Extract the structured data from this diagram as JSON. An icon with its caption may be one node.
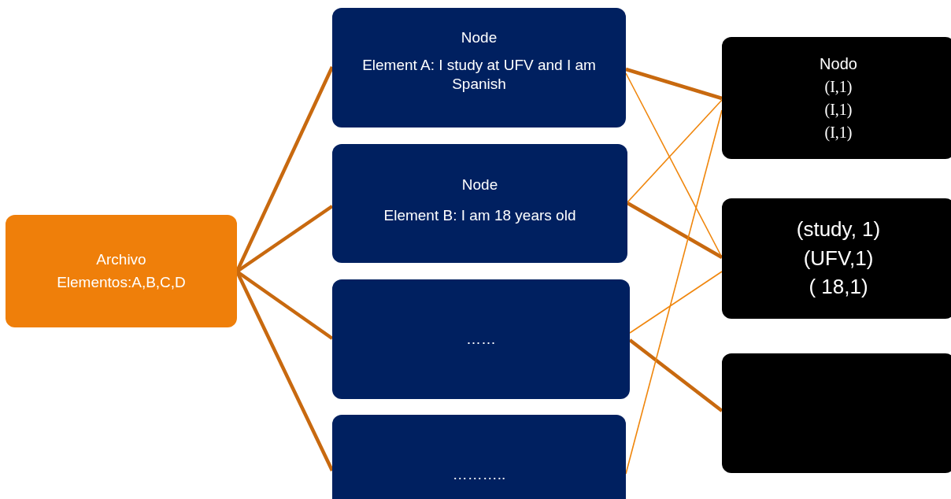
{
  "diagram": {
    "nodes": [
      {
        "text": [
          "Archivo",
          "Elementos:A,B,C,D"
        ]
      },
      {
        "text": [
          "Node",
          "Element A: I study at UFV and I am Spanish"
        ]
      },
      {
        "text": [
          "Node",
          "Element B: I am 18 years old"
        ]
      },
      {
        "text": [
          "……"
        ]
      },
      {
        "text": [
          "……….."
        ]
      },
      {
        "text": [
          "Nodo",
          "(I,1)",
          "(I,1)",
          "(I,1)"
        ]
      },
      {
        "text": [
          "(study, 1)",
          "(UFV,1)",
          "( 18,1)"
        ]
      },
      {
        "text": [],
        "shape": "box"
      }
    ],
    "edges": [
      {
        "from": 0,
        "to": 1,
        "arrow": "none"
      },
      {
        "from": 0,
        "to": 2,
        "arrow": "none"
      },
      {
        "from": 0,
        "to": 3,
        "arrow": "none"
      },
      {
        "from": 0,
        "to": 4,
        "arrow": "none"
      },
      {
        "from": 1,
        "to": 5,
        "arrow": "none"
      },
      {
        "from": 1,
        "to": 6,
        "arrow": "none",
        "color": "#f0860c"
      },
      {
        "from": 2,
        "to": 5,
        "arrow": "none",
        "color": "#f0860c"
      },
      {
        "from": 2,
        "to": 6,
        "arrow": "none"
      },
      {
        "from": 3,
        "to": 6,
        "arrow": "none",
        "color": "#f0860c"
      },
      {
        "from": 3,
        "to": 7,
        "arrow": "none"
      },
      {
        "from": 4,
        "to": 5,
        "arrow": "none",
        "color": "#f0860c"
      }
    ]
  }
}
